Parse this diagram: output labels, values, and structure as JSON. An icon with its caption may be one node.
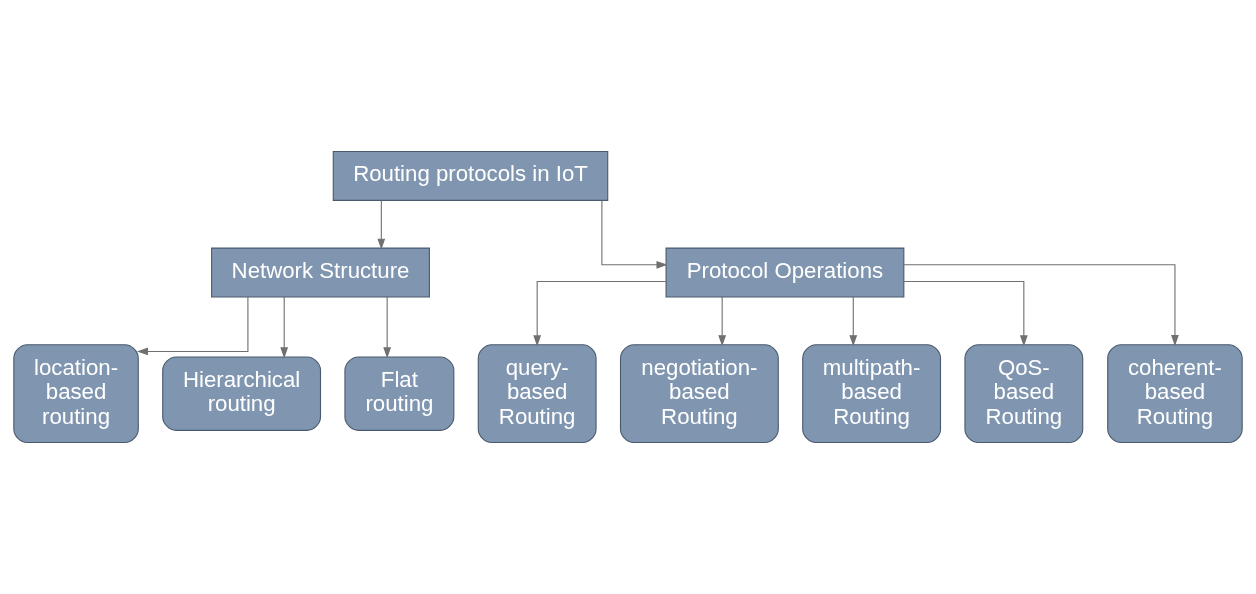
{
  "diagram": {
    "nodes": [
      {
        "text": [
          "Routing protocols in IoT"
        ]
      },
      {
        "text": [
          "Network Structure"
        ]
      },
      {
        "text": [
          "Protocol Operations"
        ]
      },
      {
        "text": [
          "location-based routing"
        ]
      },
      {
        "text": [
          "Hierarchical routing"
        ]
      },
      {
        "text": [
          "Flat routing"
        ]
      },
      {
        "text": [
          "query-based Routing"
        ]
      },
      {
        "text": [
          "negotiation-based Routing"
        ]
      },
      {
        "text": [
          "multipath-based Routing"
        ]
      },
      {
        "text": [
          "QoS-based Routing"
        ]
      },
      {
        "text": [
          "coherent-based Routing"
        ]
      }
    ],
    "edges": [
      {
        "from": 0,
        "to": 2,
        "arrow": "to"
      },
      {
        "from": 0,
        "to": 1,
        "arrow": "to"
      },
      {
        "from": 1,
        "to": 3,
        "arrow": "to"
      },
      {
        "from": 1,
        "to": 4,
        "arrow": "to"
      },
      {
        "from": 1,
        "to": 5,
        "arrow": "to"
      },
      {
        "from": 2,
        "to": 6,
        "arrow": "to"
      },
      {
        "from": 2,
        "to": 7,
        "arrow": "to"
      },
      {
        "from": 2,
        "to": 8,
        "arrow": "to"
      },
      {
        "from": 2,
        "to": 9,
        "arrow": "to"
      },
      {
        "from": 2,
        "to": 10,
        "arrow": "to"
      }
    ]
  }
}
